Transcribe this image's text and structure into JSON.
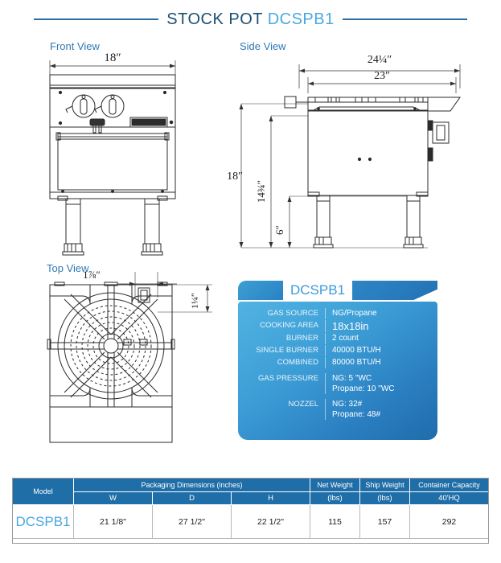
{
  "header": {
    "title_main": "STOCK POT",
    "title_model": "DCSPB1",
    "rule_color": "#2b6ca3",
    "main_color": "#1b4f72",
    "model_color": "#4aa8e0"
  },
  "views": {
    "front": {
      "label": "Front View",
      "dim_width": "18″"
    },
    "side": {
      "label": "Side View",
      "dim_depth_overall": "24¼″",
      "dim_depth_body": "23″",
      "dim_height_overall": "18″",
      "dim_height_body": "14¾″",
      "dim_height_legs": "6″"
    },
    "top": {
      "label": "Top View",
      "dim_edge_h": "1⅞″",
      "dim_edge_v": "1¼″"
    }
  },
  "spec_card": {
    "title": "DCSPB1",
    "rows": [
      {
        "key": "GAS SOURCE",
        "value": "NG/Propane",
        "size": "normal"
      },
      {
        "key": "COOKING AREA",
        "value": "18x18in",
        "size": "big"
      },
      {
        "key": "BURNER",
        "value": "2 count",
        "size": "normal"
      },
      {
        "key": "SINGLE BURNER",
        "value": "40000 BTU/H",
        "size": "normal"
      },
      {
        "key": "COMBINED",
        "value": "80000 BTU/H",
        "size": "normal"
      },
      {
        "key": "GAS PRESSURE",
        "value": "NG: 5 \"WC",
        "value2": "Propane: 10 \"WC",
        "size": "normal"
      },
      {
        "key": "NOZZEL",
        "value": "NG: 32#",
        "value2": "Propane: 48#",
        "size": "normal"
      }
    ]
  },
  "packaging_table": {
    "headers": {
      "model": "Model",
      "packaging_group": "Packaging Dimensions (inches)",
      "w": "W",
      "d": "D",
      "h": "H",
      "net_weight": "Net Weight",
      "net_weight_unit": "(lbs)",
      "ship_weight": "Ship Weight",
      "ship_weight_unit": "(lbs)",
      "container_capacity": "Container Capacity",
      "container_capacity_unit": "40'HQ"
    },
    "rows": [
      {
        "model": "DCSPB1",
        "w": "21 1/8\"",
        "d": "27 1/2\"",
        "h": "22 1/2\"",
        "net_weight": "115",
        "ship_weight": "157",
        "container_capacity": "292"
      }
    ]
  }
}
